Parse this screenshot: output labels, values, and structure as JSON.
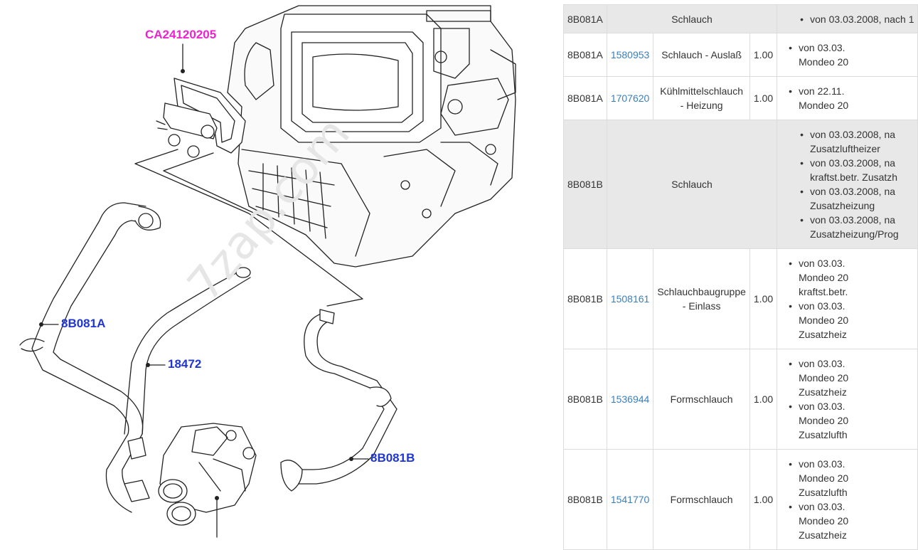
{
  "diagram": {
    "watermark": "7zap.com",
    "callouts": [
      {
        "key": "ca",
        "label": "CA24120205",
        "color": "#ee22cc"
      },
      {
        "key": "a1",
        "label": "8B081A",
        "color": "#1f35d6"
      },
      {
        "key": "h",
        "label": "18472",
        "color": "#1f35d6"
      },
      {
        "key": "b1",
        "label": "8B081B",
        "color": "#1f35d6"
      }
    ]
  },
  "table": {
    "rows": [
      {
        "type": "header",
        "group": "8B081A",
        "name": "Schlauch",
        "notes": [
          "von 03.03.2008, nach 1"
        ]
      },
      {
        "type": "part",
        "group": "8B081A",
        "number": "1580953",
        "name": "Schlauch - Auslaß",
        "qty": "1.00",
        "notes": [
          "von 03.03.",
          "Mondeo 20"
        ]
      },
      {
        "type": "part",
        "group": "8B081A",
        "number": "1707620",
        "name": "Kühlmittelschlauch - Heizung",
        "qty": "1.00",
        "notes": [
          "von 22.11.",
          "Mondeo 20"
        ]
      },
      {
        "type": "header",
        "group": "8B081B",
        "name": "Schlauch",
        "notes": [
          "von 03.03.2008, na",
          "Zusatzluftheizer",
          "von 03.03.2008, na",
          "kraftst.betr. Zusatzh",
          "von 03.03.2008, na",
          "Zusatzheizung",
          "von 03.03.2008, na",
          "Zusatzheizung/Prog"
        ]
      },
      {
        "type": "part",
        "group": "8B081B",
        "number": "1508161",
        "name": "Schlauchbaugruppe - Einlass",
        "qty": "1.00",
        "notes": [
          "von 03.03.",
          "Mondeo 20",
          "kraftst.betr.",
          "von 03.03.",
          "Mondeo 20",
          "Zusatzheiz"
        ]
      },
      {
        "type": "part",
        "group": "8B081B",
        "number": "1536944",
        "name": "Formschlauch",
        "qty": "1.00",
        "notes": [
          "von 03.03.",
          "Mondeo 20",
          "Zusatzheiz",
          "von 03.03.",
          "Mondeo 20",
          "Zusatzlufth"
        ]
      },
      {
        "type": "part",
        "group": "8B081B",
        "number": "1541770",
        "name": "Formschlauch",
        "qty": "1.00",
        "notes": [
          "von 03.03.",
          "Mondeo 20",
          "Zusatzlufth",
          "von 03.03.",
          "Mondeo 20",
          "Zusatzheiz"
        ]
      }
    ]
  }
}
